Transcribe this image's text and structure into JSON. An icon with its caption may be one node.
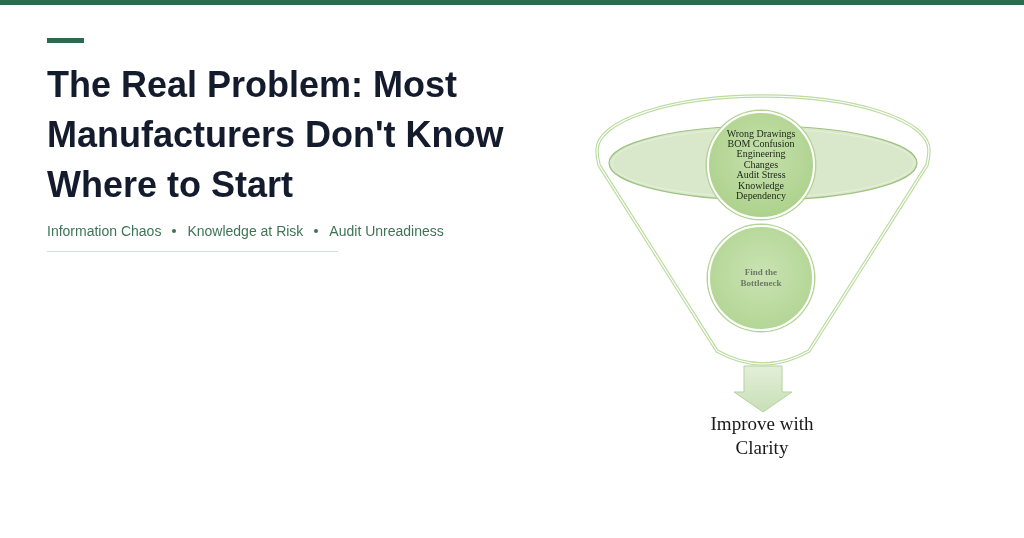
{
  "diagram": {
    "title": "The Real Problem: Most Manufacturers Don't Know Where to Start",
    "nodes": [
      {
        "text": [],
        "shape": "funnel"
      },
      {
        "text": [
          "Wrong Drawings",
          "BOM Confusion",
          "Engineering Changes",
          "Audit Stress",
          "Knowledge Dependency"
        ],
        "in": 0
      },
      {
        "text": [
          "Find the Bottleneck"
        ],
        "in": 0
      },
      {
        "text": [
          "Improve with Clarity"
        ]
      }
    ],
    "edges": [
      {
        "from": 0,
        "to": 3,
        "arrow": "to"
      }
    ],
    "labels": [
      "Information Chaos",
      "Knowledge at Risk",
      "Audit Unreadiness"
    ]
  }
}
